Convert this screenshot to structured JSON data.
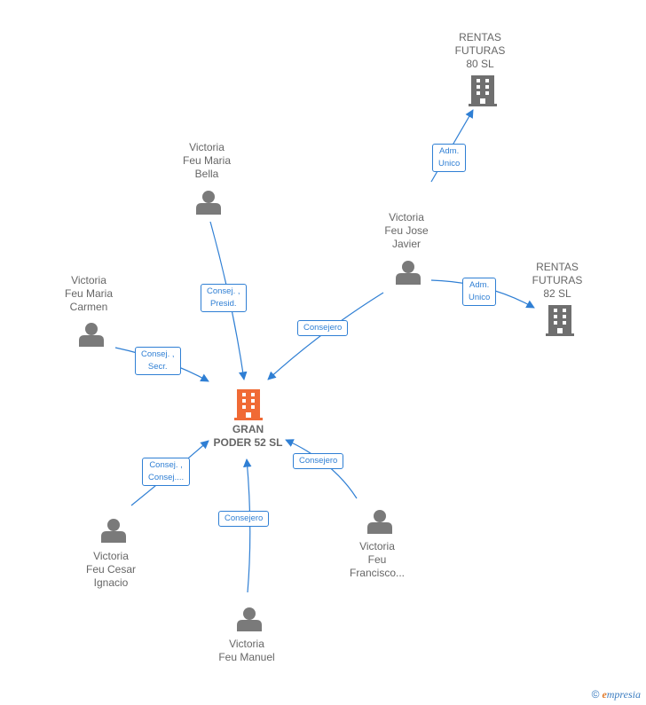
{
  "colors": {
    "edge": "#2f7fd4",
    "person": "#7a7a7a",
    "company": "#6f6f6f",
    "focus": "#f06a35",
    "text": "#666666"
  },
  "nodes": {
    "center": {
      "lines": [
        "GRAN",
        "PODER 52  SL"
      ],
      "icon": "building-icon"
    },
    "rentas80": {
      "lines": [
        "RENTAS",
        "FUTURAS",
        "80 SL"
      ],
      "icon": "building-icon"
    },
    "rentas82": {
      "lines": [
        "RENTAS",
        "FUTURAS",
        "82 SL"
      ],
      "icon": "building-icon"
    },
    "bella": {
      "lines": [
        "Victoria",
        "Feu Maria",
        "Bella"
      ],
      "icon": "person-icon"
    },
    "javier": {
      "lines": [
        "Victoria",
        "Feu Jose",
        "Javier"
      ],
      "icon": "person-icon"
    },
    "carmen": {
      "lines": [
        "Victoria",
        "Feu Maria",
        "Carmen"
      ],
      "icon": "person-icon"
    },
    "cesar": {
      "lines": [
        "Victoria",
        "Feu Cesar",
        "Ignacio"
      ],
      "icon": "person-icon"
    },
    "manuel": {
      "lines": [
        "Victoria",
        "Feu Manuel"
      ],
      "icon": "person-icon"
    },
    "francisco": {
      "lines": [
        "Victoria",
        "Feu",
        "Francisco..."
      ],
      "icon": "person-icon"
    }
  },
  "edges": {
    "bella": [
      "Consej. ,",
      "Presid."
    ],
    "javier": [
      "Consejero"
    ],
    "carmen": [
      "Consej. ,",
      "Secr."
    ],
    "cesar": [
      "Consej. ,",
      "Consej...."
    ],
    "manuel": [
      "Consejero"
    ],
    "francisco": [
      "Consejero"
    ],
    "rentas80": [
      "Adm.",
      "Unico"
    ],
    "rentas82": [
      "Adm.",
      "Unico"
    ]
  },
  "brand": {
    "copyright": "©",
    "initial": "e",
    "rest": "mpresia"
  }
}
